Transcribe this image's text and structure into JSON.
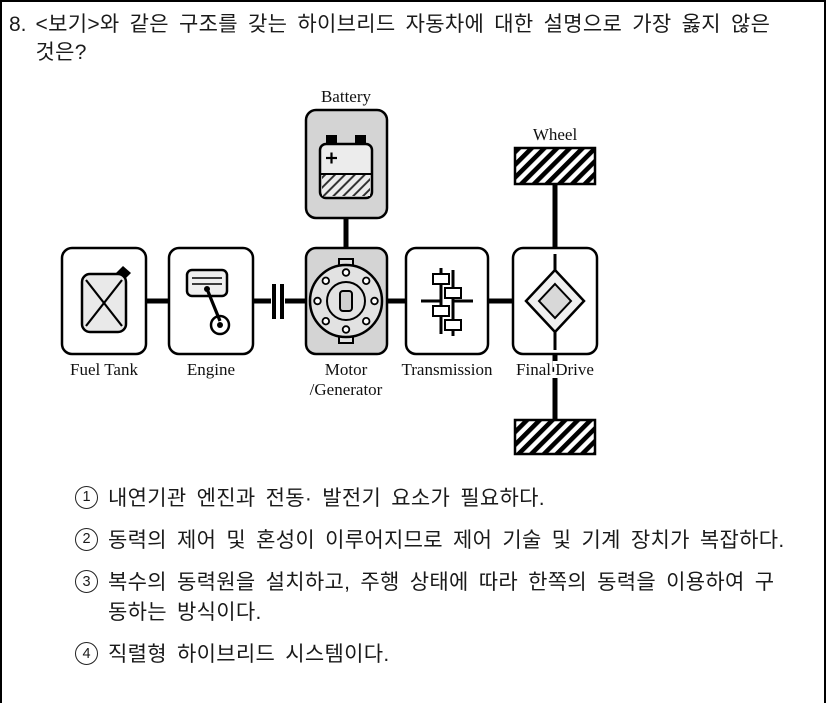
{
  "question": {
    "number": "8.",
    "text": "<보기>와 같은 구조를 갖는 하이브리드 자동차에 대한 설명으로 가장 옳지 않은 것은?"
  },
  "diagram": {
    "labels": {
      "battery": "Battery",
      "wheel": "Wheel",
      "fuel_tank": "Fuel Tank",
      "engine": "Engine",
      "motor_line1": "Motor",
      "motor_line2": "/Generator",
      "transmission": "Transmission",
      "final_drive": "Final Drive"
    },
    "colors": {
      "highlight_box_fill": "#d4d4d4",
      "plain_box_fill": "#ffffff",
      "line": "#000000"
    }
  },
  "options": [
    {
      "number": "1",
      "text": "내연기관 엔진과 전동· 발전기 요소가 필요하다."
    },
    {
      "number": "2",
      "text": "동력의 제어 및 혼성이 이루어지므로 제어 기술 및 기계 장치가 복잡하다."
    },
    {
      "number": "3",
      "text": "복수의 동력원을 설치하고, 주행 상태에 따라 한쪽의 동력을 이용하여 구동하는 방식이다."
    },
    {
      "number": "4",
      "text": "직렬형 하이브리드 시스템이다."
    }
  ]
}
